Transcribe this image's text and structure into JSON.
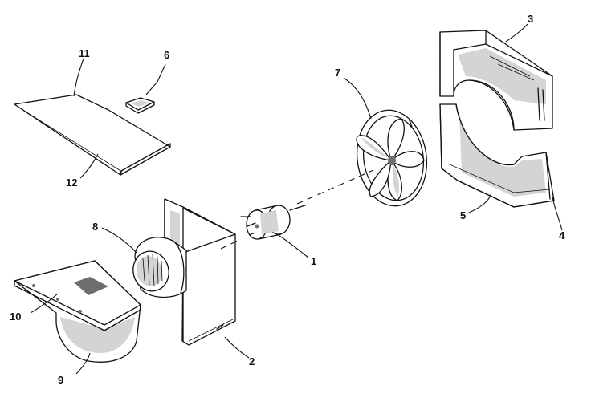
{
  "diagram": {
    "part_labels": [
      "1",
      "2",
      "3",
      "4",
      "5",
      "6",
      "7",
      "8",
      "9",
      "10",
      "11",
      "12"
    ]
  }
}
